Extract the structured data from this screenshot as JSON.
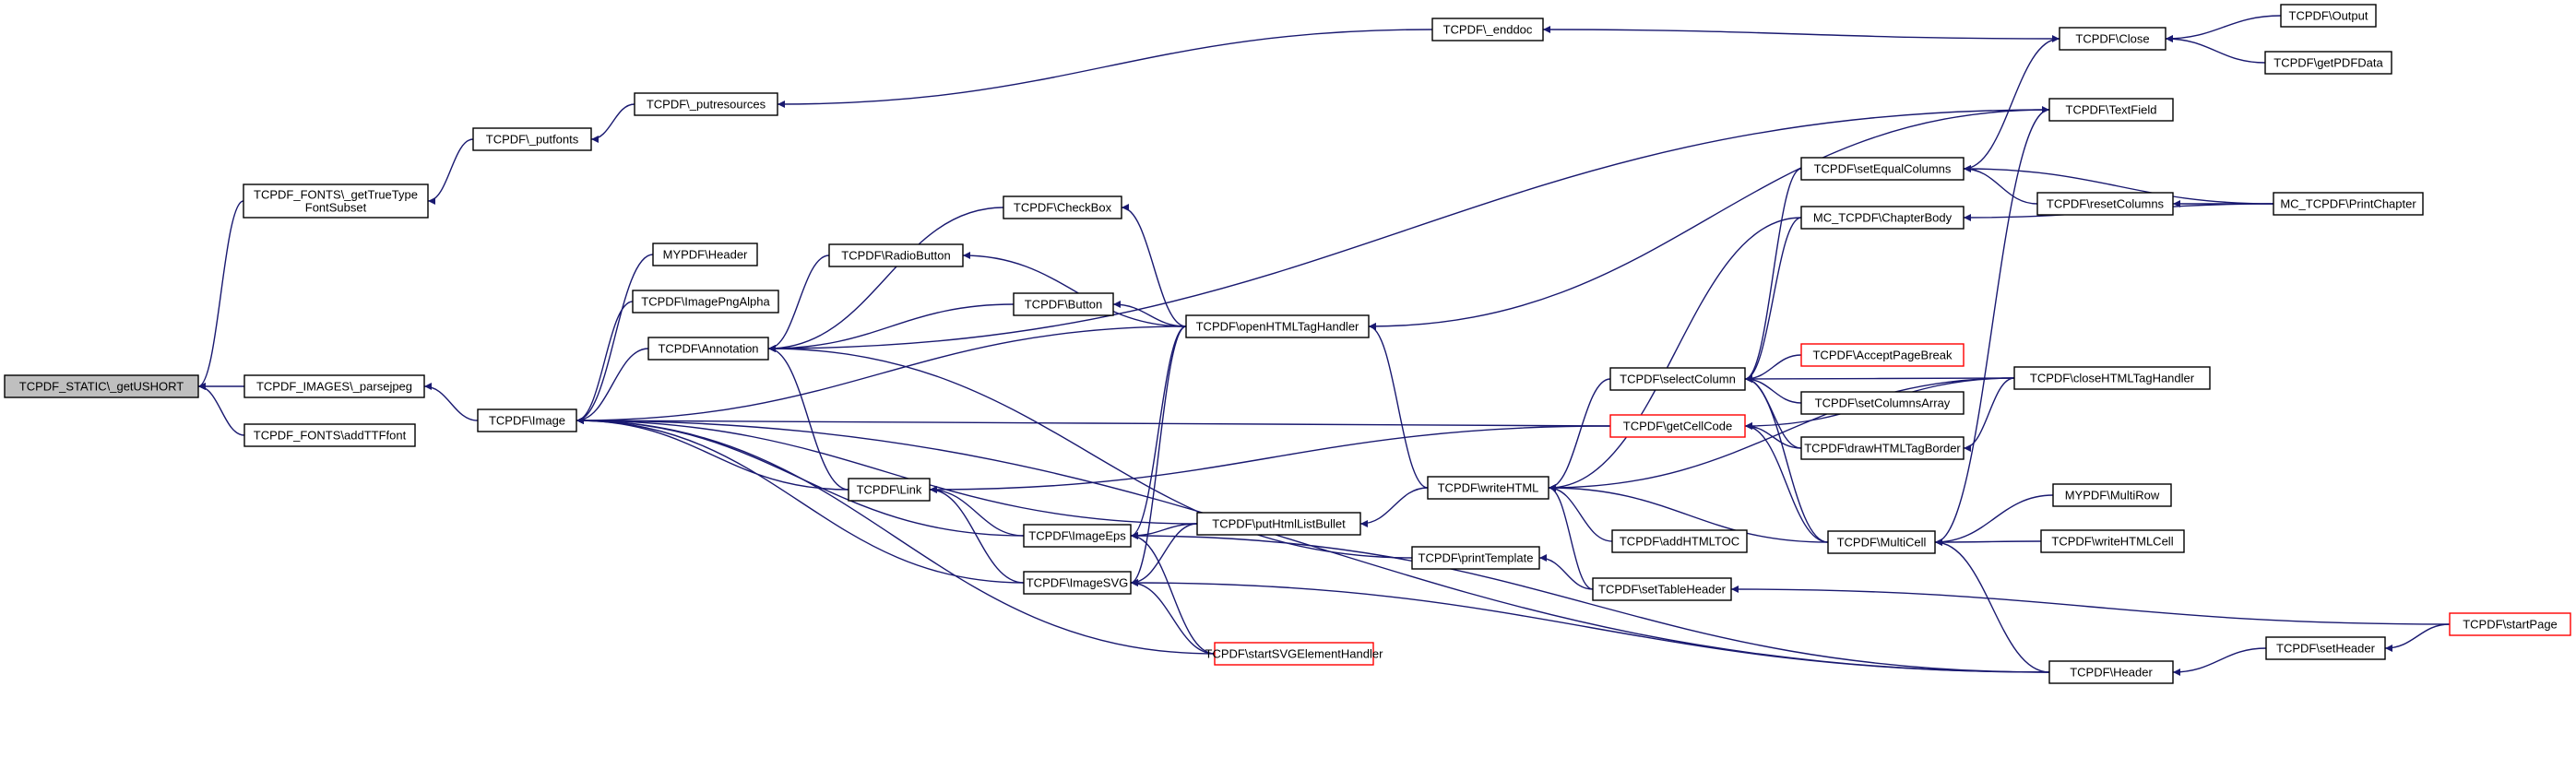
{
  "colors": {
    "edge": "#191970",
    "node_border": "#000000",
    "node_border_truncated": "#ff0000",
    "root_fill": "#bfbfbf",
    "node_fill": "#ffffff"
  },
  "nodes": [
    {
      "id": "getushort",
      "label": "TCPDF_STATIC\\_getUSHORT",
      "root": true
    },
    {
      "id": "parsejpeg",
      "label": "TCPDF_IMAGES\\_parsejpeg"
    },
    {
      "id": "addttf",
      "label": "TCPDF_FONTS\\addTTFfont"
    },
    {
      "id": "gettruetype",
      "label": "TCPDF_FONTS\\_getTrueType\nFontSubset"
    },
    {
      "id": "putfonts",
      "label": "TCPDF\\_putfonts"
    },
    {
      "id": "putresources",
      "label": "TCPDF\\_putresources"
    },
    {
      "id": "enddoc",
      "label": "TCPDF\\_enddoc"
    },
    {
      "id": "close",
      "label": "TCPDF\\Close"
    },
    {
      "id": "output",
      "label": "TCPDF\\Output"
    },
    {
      "id": "getpdfdata",
      "label": "TCPDF\\getPDFData"
    },
    {
      "id": "image",
      "label": "TCPDF\\Image"
    },
    {
      "id": "myheader",
      "label": "MYPDF\\Header"
    },
    {
      "id": "imagepngalpha",
      "label": "TCPDF\\ImagePngAlpha"
    },
    {
      "id": "annotation",
      "label": "TCPDF\\Annotation"
    },
    {
      "id": "radiobutton",
      "label": "TCPDF\\RadioButton"
    },
    {
      "id": "checkbox",
      "label": "TCPDF\\CheckBox"
    },
    {
      "id": "button",
      "label": "TCPDF\\Button"
    },
    {
      "id": "link",
      "label": "TCPDF\\Link"
    },
    {
      "id": "imageeps",
      "label": "TCPDF\\ImageEps"
    },
    {
      "id": "imagesvg",
      "label": "TCPDF\\ImageSVG"
    },
    {
      "id": "openhtml",
      "label": "TCPDF\\openHTMLTagHandler"
    },
    {
      "id": "puthtmllist",
      "label": "TCPDF\\putHtmlListBullet"
    },
    {
      "id": "startsvg",
      "label": "TCPDF\\startSVGElementHandler",
      "truncated": true
    },
    {
      "id": "printtemplate",
      "label": "TCPDF\\printTemplate"
    },
    {
      "id": "writehtml",
      "label": "TCPDF\\writeHTML"
    },
    {
      "id": "textfield",
      "label": "TCPDF\\TextField"
    },
    {
      "id": "setequalcolumns",
      "label": "TCPDF\\setEqualColumns"
    },
    {
      "id": "resetcolumns",
      "label": "TCPDF\\resetColumns"
    },
    {
      "id": "mcprintchapter",
      "label": "MC_TCPDF\\PrintChapter"
    },
    {
      "id": "mcchapterbody",
      "label": "MC_TCPDF\\ChapterBody"
    },
    {
      "id": "selectcolumn",
      "label": "TCPDF\\selectColumn"
    },
    {
      "id": "acceptpagebreak",
      "label": "TCPDF\\AcceptPageBreak",
      "truncated": true
    },
    {
      "id": "setcolumnsarray",
      "label": "TCPDF\\setColumnsArray"
    },
    {
      "id": "closehtml",
      "label": "TCPDF\\closeHTMLTagHandler"
    },
    {
      "id": "getcellcode",
      "label": "TCPDF\\getCellCode",
      "truncated": true
    },
    {
      "id": "drawhtmltagborder",
      "label": "TCPDF\\drawHTMLTagBorder"
    },
    {
      "id": "addhtmltoc",
      "label": "TCPDF\\addHTMLTOC"
    },
    {
      "id": "multicell",
      "label": "TCPDF\\MultiCell"
    },
    {
      "id": "mymultirow",
      "label": "MYPDF\\MultiRow"
    },
    {
      "id": "writehtmlcell",
      "label": "TCPDF\\writeHTMLCell"
    },
    {
      "id": "settableheader",
      "label": "TCPDF\\setTableHeader"
    },
    {
      "id": "header",
      "label": "TCPDF\\Header"
    },
    {
      "id": "setheader",
      "label": "TCPDF\\setHeader"
    },
    {
      "id": "startpage",
      "label": "TCPDF\\startPage",
      "truncated": true
    }
  ],
  "edges": [
    [
      "parsejpeg",
      "getushort"
    ],
    [
      "addttf",
      "getushort"
    ],
    [
      "gettruetype",
      "getushort"
    ],
    [
      "putfonts",
      "gettruetype"
    ],
    [
      "putresources",
      "putfonts"
    ],
    [
      "enddoc",
      "putresources"
    ],
    [
      "close",
      "enddoc"
    ],
    [
      "output",
      "close"
    ],
    [
      "getpdfdata",
      "close"
    ],
    [
      "setequalcolumns",
      "close"
    ],
    [
      "image",
      "parsejpeg"
    ],
    [
      "myheader",
      "image"
    ],
    [
      "imagepngalpha",
      "image"
    ],
    [
      "annotation",
      "image"
    ],
    [
      "link",
      "image"
    ],
    [
      "imageeps",
      "image"
    ],
    [
      "imagesvg",
      "image"
    ],
    [
      "openhtml",
      "image"
    ],
    [
      "puthtmllist",
      "image"
    ],
    [
      "startsvg",
      "image"
    ],
    [
      "getcellcode",
      "image"
    ],
    [
      "header",
      "image"
    ],
    [
      "textfield",
      "annotation"
    ],
    [
      "radiobutton",
      "annotation"
    ],
    [
      "checkbox",
      "annotation"
    ],
    [
      "button",
      "annotation"
    ],
    [
      "link",
      "annotation"
    ],
    [
      "printtemplate",
      "annotation"
    ],
    [
      "openhtml",
      "radiobutton"
    ],
    [
      "openhtml",
      "checkbox"
    ],
    [
      "openhtml",
      "button"
    ],
    [
      "imageeps",
      "link"
    ],
    [
      "imagesvg",
      "link"
    ],
    [
      "getcellcode",
      "link"
    ],
    [
      "openhtml",
      "imageeps"
    ],
    [
      "puthtmllist",
      "imageeps"
    ],
    [
      "startsvg",
      "imageeps"
    ],
    [
      "header",
      "imageeps"
    ],
    [
      "openhtml",
      "imagesvg"
    ],
    [
      "puthtmllist",
      "imagesvg"
    ],
    [
      "startsvg",
      "imagesvg"
    ],
    [
      "header",
      "imagesvg"
    ],
    [
      "writehtml",
      "openhtml"
    ],
    [
      "writehtml",
      "puthtmllist"
    ],
    [
      "settableheader",
      "printtemplate"
    ],
    [
      "mcchapterbody",
      "writehtml"
    ],
    [
      "selectcolumn",
      "writehtml"
    ],
    [
      "closehtml",
      "writehtml"
    ],
    [
      "multicell",
      "writehtml"
    ],
    [
      "addhtmltoc",
      "writehtml"
    ],
    [
      "settableheader",
      "writehtml"
    ],
    [
      "textfield",
      "openhtml"
    ],
    [
      "multicell",
      "textfield"
    ],
    [
      "resetcolumns",
      "setequalcolumns"
    ],
    [
      "mcprintchapter",
      "setequalcolumns"
    ],
    [
      "mcprintchapter",
      "resetcolumns"
    ],
    [
      "mcprintchapter",
      "mcchapterbody"
    ],
    [
      "setequalcolumns",
      "selectcolumn"
    ],
    [
      "mcchapterbody",
      "selectcolumn"
    ],
    [
      "acceptpagebreak",
      "selectcolumn"
    ],
    [
      "setcolumnsarray",
      "selectcolumn"
    ],
    [
      "closehtml",
      "selectcolumn"
    ],
    [
      "drawhtmltagborder",
      "selectcolumn"
    ],
    [
      "multicell",
      "selectcolumn"
    ],
    [
      "drawhtmltagborder",
      "getcellcode"
    ],
    [
      "closehtml",
      "getcellcode"
    ],
    [
      "multicell",
      "getcellcode"
    ],
    [
      "closehtml",
      "drawhtmltagborder"
    ],
    [
      "mymultirow",
      "multicell"
    ],
    [
      "writehtmlcell",
      "multicell"
    ],
    [
      "header",
      "multicell"
    ],
    [
      "startpage",
      "settableheader"
    ],
    [
      "setheader",
      "header"
    ],
    [
      "startpage",
      "setheader"
    ]
  ]
}
